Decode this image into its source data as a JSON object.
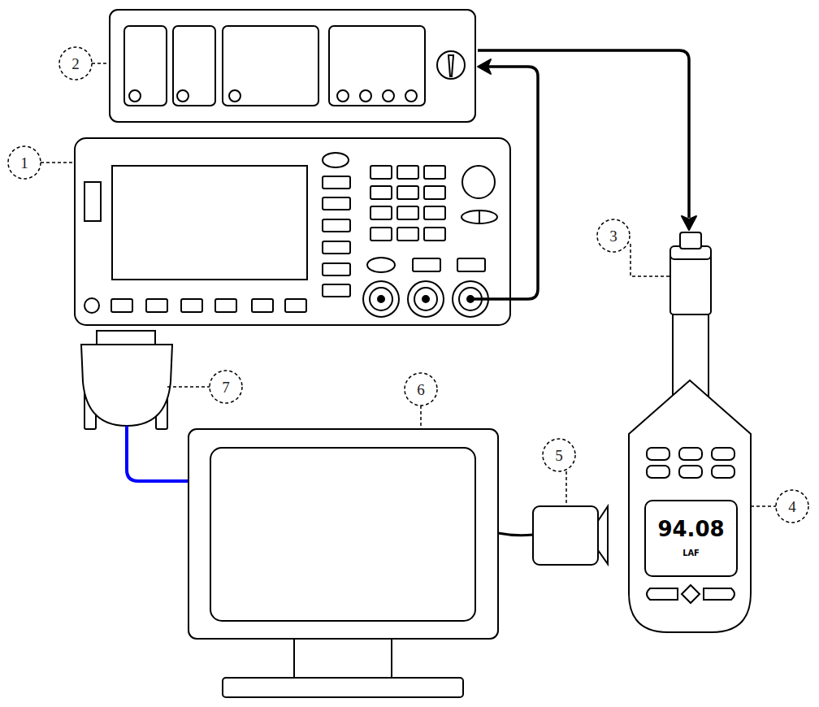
{
  "diagram": {
    "nodes": [
      {
        "text": [
          "94.08",
          "LAF"
        ]
      }
    ],
    "labels": [
      "2",
      "1",
      "3",
      "7",
      "6",
      "5",
      "4"
    ]
  }
}
